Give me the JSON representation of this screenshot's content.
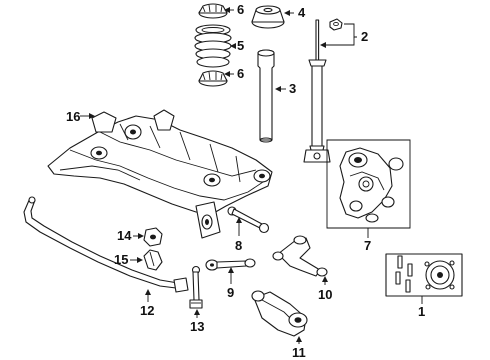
{
  "parts": [
    {
      "id": "p1",
      "number": "1",
      "name": "hub-bearing"
    },
    {
      "id": "p2",
      "number": "2",
      "name": "shock-absorber"
    },
    {
      "id": "p3",
      "number": "3",
      "name": "dust-boot"
    },
    {
      "id": "p4",
      "number": "4",
      "name": "upper-mount"
    },
    {
      "id": "p5",
      "number": "5",
      "name": "coil-spring"
    },
    {
      "id": "p6a",
      "number": "6",
      "name": "upper-spring-insulator"
    },
    {
      "id": "p6b",
      "number": "6",
      "name": "lower-spring-insulator"
    },
    {
      "id": "p7",
      "number": "7",
      "name": "knuckle"
    },
    {
      "id": "p8",
      "number": "8",
      "name": "upper-link"
    },
    {
      "id": "p9",
      "number": "9",
      "name": "toe-link"
    },
    {
      "id": "p10",
      "number": "10",
      "name": "upper-control-arm"
    },
    {
      "id": "p11",
      "number": "11",
      "name": "lower-control-arm"
    },
    {
      "id": "p12",
      "number": "12",
      "name": "stabilizer-bar"
    },
    {
      "id": "p13",
      "number": "13",
      "name": "stabilizer-bushing"
    },
    {
      "id": "p14",
      "number": "14",
      "name": "bushing-bracket"
    },
    {
      "id": "p15",
      "number": "15",
      "name": "stabilizer-link"
    },
    {
      "id": "p16",
      "number": "16",
      "name": "crossmember"
    }
  ]
}
